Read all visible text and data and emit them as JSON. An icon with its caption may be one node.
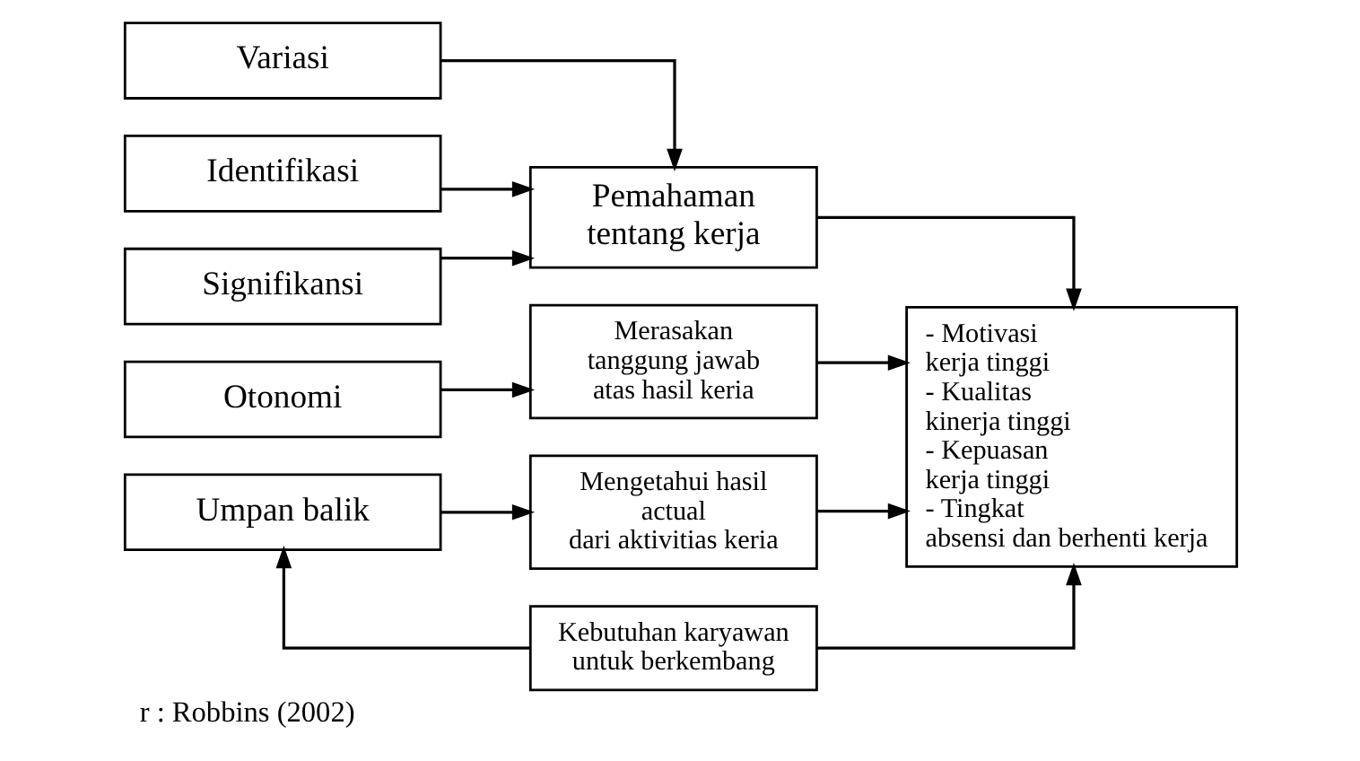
{
  "diagram": {
    "caption": "r : Robbins (2002)",
    "nodes": [
      {
        "text": [
          "Variasi"
        ]
      },
      {
        "text": [
          "Identifikasi"
        ]
      },
      {
        "text": [
          "Signifikansi"
        ]
      },
      {
        "text": [
          "Otonomi"
        ]
      },
      {
        "text": [
          "Umpan balik"
        ]
      },
      {
        "text": [
          "Pemahaman tentang kerja"
        ]
      },
      {
        "text": [
          "Merasakan tanggung jawab atas hasil keria"
        ]
      },
      {
        "text": [
          "Mengetahui hasil actual dari aktivitias keria"
        ]
      },
      {
        "text": [
          "Kebutuhan karyawan untuk berkembang"
        ]
      },
      {
        "text": [
          "- Motivasi kerja tinggi",
          "- Kualitas kinerja tinggi",
          "- Kepuasan kerja tinggi",
          "- Tingkat absensi dan berhenti kerja"
        ]
      }
    ],
    "edges": [
      {
        "from": 0,
        "to": 5,
        "arrow": "to"
      },
      {
        "from": 1,
        "to": 5,
        "arrow": "to"
      },
      {
        "from": 2,
        "to": 5,
        "arrow": "to"
      },
      {
        "from": 3,
        "to": 6,
        "arrow": "to"
      },
      {
        "from": 4,
        "to": 7,
        "arrow": "to"
      },
      {
        "from": 5,
        "to": 9,
        "arrow": "to"
      },
      {
        "from": 6,
        "to": 9,
        "arrow": "to"
      },
      {
        "from": 7,
        "to": 9,
        "arrow": "to"
      },
      {
        "from": 8,
        "to": 4,
        "arrow": "to"
      },
      {
        "from": 8,
        "to": 9,
        "arrow": "to"
      }
    ]
  }
}
